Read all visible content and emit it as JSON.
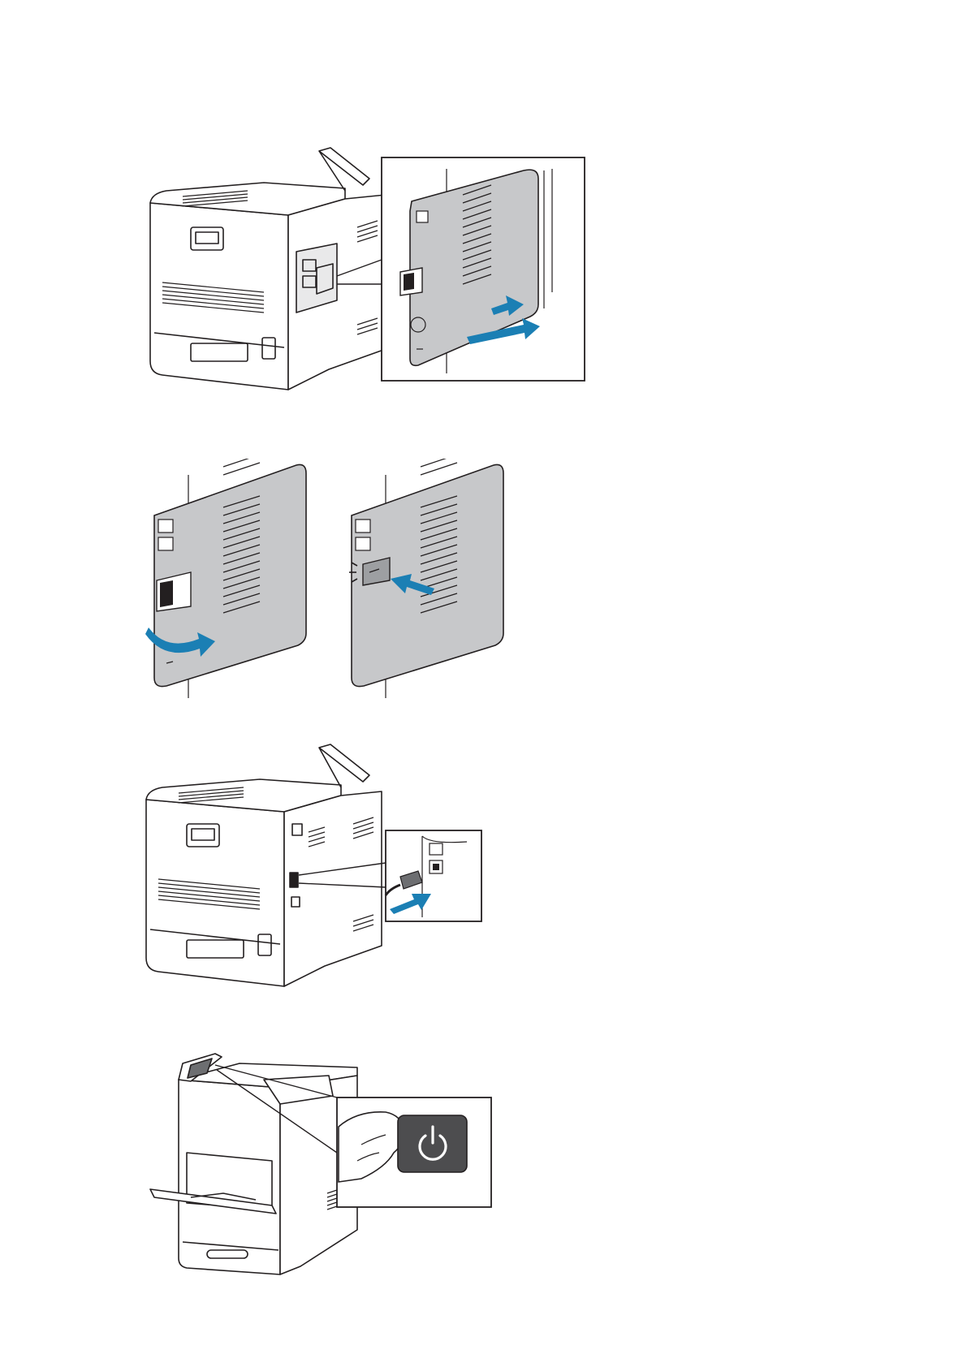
{
  "page": {
    "background": "#ffffff"
  },
  "colors": {
    "arrow": "#1b7fb4",
    "panel": "#c7c8ca",
    "line": "#231f20",
    "button": "#4d4d4f"
  },
  "figures": [
    {
      "id": "step-1",
      "icon": "side-cover-remove-illustration"
    },
    {
      "id": "step-2",
      "icon": "cover-latch-release-illustration"
    },
    {
      "id": "step-3",
      "icon": "ethernet-cable-connect-illustration"
    },
    {
      "id": "step-4",
      "icon": "power-button-press-illustration"
    }
  ]
}
